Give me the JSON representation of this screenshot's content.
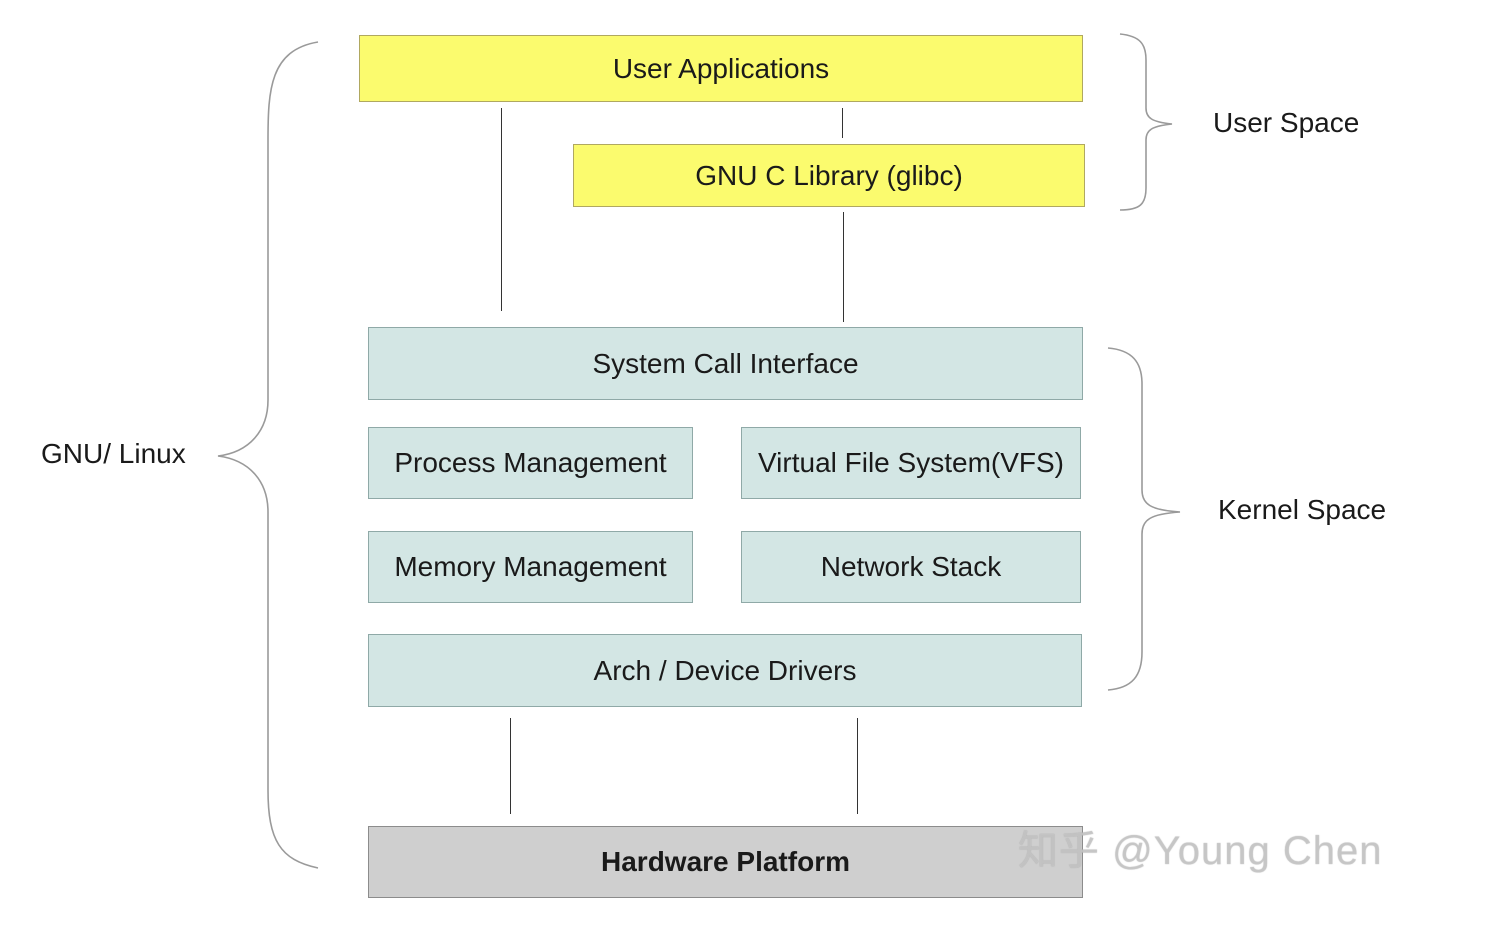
{
  "boxes": {
    "user_applications": "User Applications",
    "glibc": "GNU C Library (glibc)",
    "system_call_interface": "System Call Interface",
    "process_management": "Process Management",
    "vfs": "Virtual File System(VFS)",
    "memory_management": "Memory Management",
    "network_stack": "Network Stack",
    "arch_drivers": "Arch / Device Drivers",
    "hardware_platform": "Hardware Platform"
  },
  "labels": {
    "user_space": "User Space",
    "kernel_space": "Kernel Space",
    "gnu_linux": "GNU/ Linux"
  },
  "watermark": "知乎 @Young Chen",
  "colors": {
    "user_space_fill": "#fbfb6e",
    "kernel_space_fill": "#d3e6e4",
    "hardware_fill": "#cfcfcf"
  }
}
